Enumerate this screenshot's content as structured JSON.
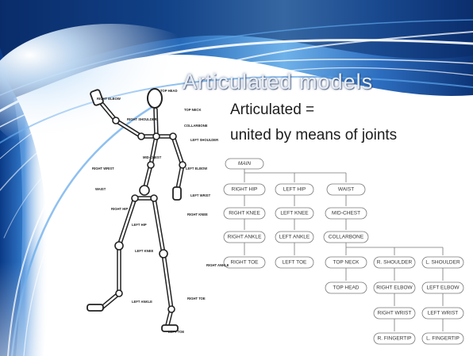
{
  "slide": {
    "title": "Articulated models",
    "definition_line1": "Articulated =",
    "definition_line2": "united by means of joints"
  },
  "skeleton_labels": [
    "TOP HEAD",
    "TOP NECK",
    "COLLARBONE",
    "RIGHT SHOULDER",
    "LEFT SHOULDER",
    "RIGHT ELBOW",
    "LEFT ELBOW",
    "RIGHT WRIST",
    "LEFT WRIST",
    "MID-CHEST",
    "WAIST",
    "RIGHT HIP",
    "LEFT HIP",
    "RIGHT KNEE",
    "LEFT KNEE",
    "RIGHT ANKLE",
    "LEFT ANKLE",
    "RIGHT TOE",
    "LEFT TOE"
  ],
  "hierarchy": {
    "main": "MAIN",
    "right_hip": "RIGHT HIP",
    "right_knee": "RIGHT KNEE",
    "right_ankle": "RIGHT ANKLE",
    "right_toe": "RIGHT TOE",
    "left_hip": "LEFT HIP",
    "left_knee": "LEFT KNEE",
    "left_ankle": "LEFT ANKLE",
    "left_toe": "LEFT TOE",
    "waist": "WAIST",
    "mid_chest": "MID-CHEST",
    "collarbone": "COLLARBONE",
    "top_neck": "TOP NECK",
    "top_head": "TOP HEAD",
    "r_shoulder": "R. SHOULDER",
    "right_elbow": "RIGHT ELBOW",
    "right_wrist": "RIGHT WRIST",
    "r_fingertip": "R. FINGERTIP",
    "l_shoulder": "L. SHOULDER",
    "left_elbow": "LEFT ELBOW",
    "left_wrist": "LEFT WRIST",
    "l_fingertip": "L. FINGERTIP"
  }
}
